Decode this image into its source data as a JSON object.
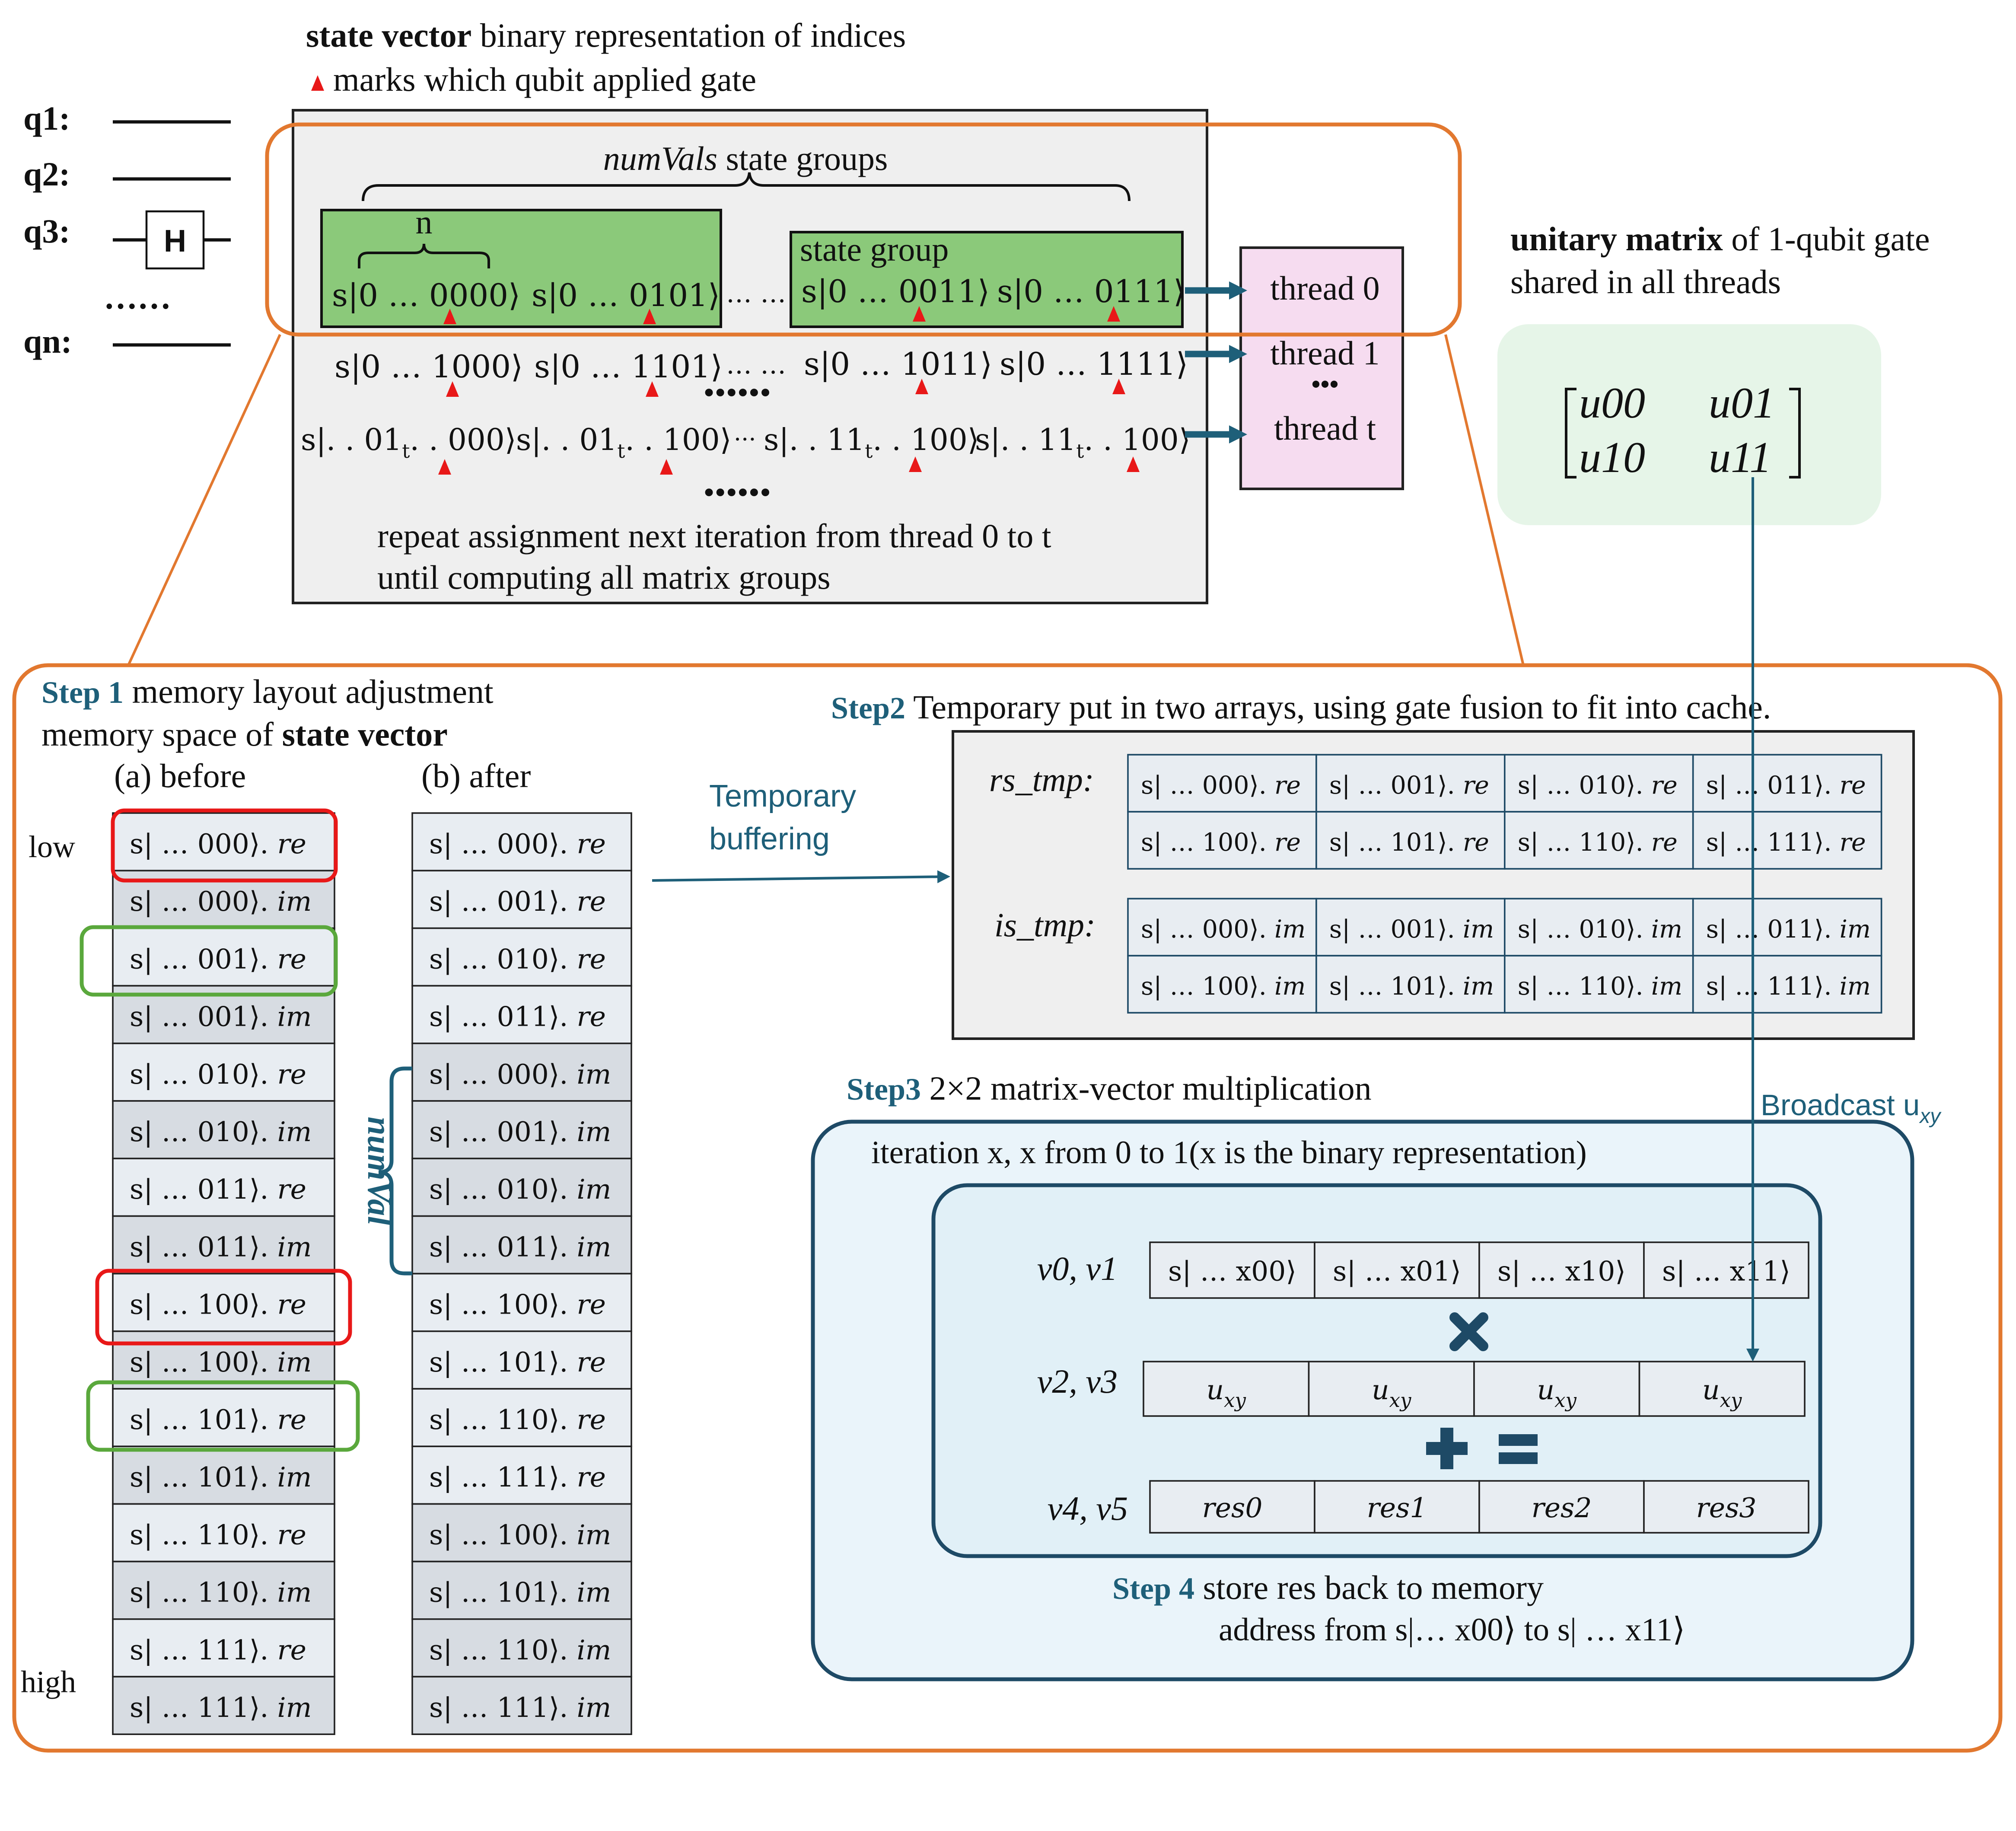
{
  "colors": {
    "orange": "#e2782f",
    "green_fill": "#8bc97a",
    "thread_fill": "#f6dcf0",
    "panel_gray": "#efefef",
    "cell_gray": "#d7dce2",
    "cell_light": "#e8edf2",
    "teal": "#1e5f79",
    "red": "#e81818",
    "green_outline": "#5aa83c",
    "matrix_bg": "#e6f5e8",
    "step3_bg": "#eaf4fa"
  },
  "header": {
    "line1_bold": "state vector",
    "line1_rest": " binary representation of indices",
    "line2": "marks which qubit applied gate"
  },
  "circuit": {
    "q1": "q1:",
    "q2": "q2:",
    "q3": "q3:",
    "qn": "qn:",
    "gate": "H",
    "dots": "……"
  },
  "state_panel": {
    "numvals_italic": "numVals",
    "numvals_rest": " state groups",
    "n_label": "n",
    "group_label": "state group",
    "row0": [
      "s|0 … 0000⟩",
      "s|0 … 0101⟩",
      "… …",
      "s|0 … 0011⟩",
      "s|0 … 0111⟩"
    ],
    "row1": [
      "s|0 … 1000⟩",
      "s|0 … 1101⟩",
      "… …",
      "s|0 … 1011⟩",
      "s|0 … 1111⟩"
    ],
    "row2": [
      "s|. . 01",
      "t",
      ". . 000⟩",
      "s|. . 01",
      "t",
      ". . 100⟩",
      "···",
      "s|. . 11",
      "t",
      ". . 100⟩",
      "s|. . 11",
      "t",
      ". . 100⟩"
    ],
    "dots1": "••••••",
    "dots2": "••••••",
    "note1": "repeat assignment next iteration from thread 0 to t",
    "note2": "until computing all matrix groups"
  },
  "threads": {
    "t0": "thread 0",
    "t1": "thread 1",
    "dots": "•••",
    "tt": "thread t"
  },
  "unitary": {
    "title_bold": "unitary matrix",
    "title_rest": " of 1-qubit gate",
    "subtitle": "shared in all threads",
    "m00": "u00",
    "m01": "u01",
    "m10": "u10",
    "m11": "u11"
  },
  "step1": {
    "label": "Step 1",
    "text": " memory layout adjustment",
    "line2": "memory space of ",
    "line2_bold": "state vector",
    "before": "(a) before",
    "after": "(b) after",
    "low": "low",
    "high": "high",
    "numval": "numVal",
    "before_cells": [
      "s| … 000⟩. re",
      "s| … 000⟩. im",
      "s| … 001⟩. re",
      "s| … 001⟩. im",
      "s| … 010⟩. re",
      "s| … 010⟩. im",
      "s| … 011⟩. re",
      "s| … 011⟩. im",
      "s| … 100⟩. re",
      "s| … 100⟩. im",
      "s| … 101⟩. re",
      "s| … 101⟩. im",
      "s| … 110⟩. re",
      "s| … 110⟩. im",
      "s| … 111⟩. re",
      "s| … 111⟩. im"
    ],
    "after_cells": [
      "s| … 000⟩. re",
      "s| … 001⟩. re",
      "s| … 010⟩. re",
      "s| … 011⟩. re",
      "s| … 000⟩. im",
      "s| … 001⟩. im",
      "s| … 010⟩. im",
      "s| … 011⟩. im",
      "s| … 100⟩. re",
      "s| … 101⟩. re",
      "s| … 110⟩. re",
      "s| … 111⟩. re",
      "s| … 100⟩. im",
      "s| … 101⟩. im",
      "s| … 110⟩. im",
      "s| … 111⟩. im"
    ]
  },
  "buffer": {
    "line1": "Temporary",
    "line2": "buffering"
  },
  "step2": {
    "label": "Step2",
    "text": " Temporary put in two arrays, using gate fusion to fit into cache.",
    "rs_label": "rs_tmp:",
    "is_label": "is_tmp:",
    "rs_cells": [
      "s| … 000⟩. re",
      "s| … 001⟩. re",
      "s| … 010⟩. re",
      "s| … 011⟩. re",
      "s| … 100⟩. re",
      "s| … 101⟩. re",
      "s| … 110⟩. re",
      "s| … 111⟩. re"
    ],
    "is_cells": [
      "s| … 000⟩. im",
      "s| … 001⟩. im",
      "s| … 010⟩. im",
      "s| … 011⟩. im",
      "s| … 100⟩. im",
      "s| … 101⟩. im",
      "s| … 110⟩. im",
      "s| … 111⟩. im"
    ]
  },
  "step3": {
    "label": "Step3",
    "text": " 2×2 matrix-vector multiplication",
    "broadcast": "Broadcast u",
    "broadcast_sub": "xy",
    "iteration": "iteration x, x from 0 to 1(x is the binary representation)",
    "v01": "v0, v1",
    "v23": "v2, v3",
    "v45": "v4, v5",
    "v01_cells": [
      "s| … x00⟩",
      "s| … x01⟩",
      "s| … x10⟩",
      "s| … x11⟩"
    ],
    "v23_cells": [
      "u",
      "u",
      "u",
      "u"
    ],
    "v23_sub": "xy",
    "v45_cells": [
      "res0",
      "res1",
      "res2",
      "res3"
    ]
  },
  "step4": {
    "label": "Step 4",
    "text": " store res back to memory",
    "line2": "address from s|… x00⟩ to s| … x11⟩"
  }
}
